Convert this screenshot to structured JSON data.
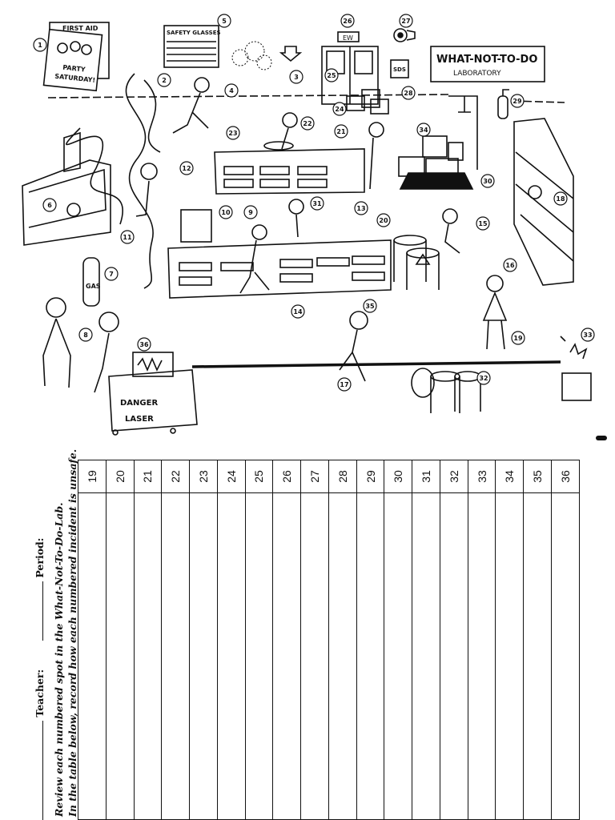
{
  "worksheet": {
    "header": {
      "period_label": "Period:",
      "teacher_label": "Teacher:"
    },
    "instructions": [
      "Review each numbered spot in the What-Not-To-Do-Lab.",
      "In the table below, record how each numbered incident is unsafe."
    ],
    "table_rows": [
      "19",
      "20",
      "21",
      "22",
      "23",
      "24",
      "25",
      "26",
      "27",
      "28",
      "29",
      "30",
      "31",
      "32",
      "33",
      "34",
      "35",
      "36"
    ]
  },
  "illustration": {
    "signs": {
      "first_aid": "FIRST AID",
      "party_lines": [
        "PARTY",
        "SATURDAY!"
      ],
      "safety_glasses": "SAFETY GLASSES",
      "lab_title": "WHAT-NOT-TO-DO",
      "lab_subtitle": "LABORATORY",
      "sds": "SDS",
      "eye_wash": "EW",
      "gas": "GAS",
      "danger": "DANGER",
      "laser": "LASER"
    },
    "markers": [
      "1",
      "2",
      "3",
      "4",
      "5",
      "6",
      "7",
      "8",
      "9",
      "10",
      "11",
      "12",
      "13",
      "14",
      "15",
      "16",
      "17",
      "18",
      "19",
      "20",
      "21",
      "22",
      "23",
      "24",
      "25",
      "26",
      "27",
      "28",
      "29",
      "30",
      "31",
      "32",
      "33",
      "34",
      "35",
      "36"
    ]
  }
}
